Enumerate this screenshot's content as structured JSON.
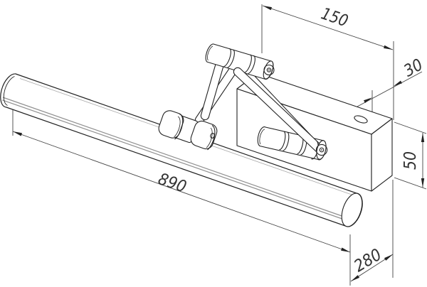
{
  "dim_labels": {
    "d890": "890",
    "d150": "150",
    "d30": "30",
    "d50": "50",
    "d280": "280"
  },
  "colors": {
    "outline": "#222222",
    "dimension_lines": "#444444",
    "tube_seam": "#8f8f8f",
    "background": "#ffffff"
  }
}
